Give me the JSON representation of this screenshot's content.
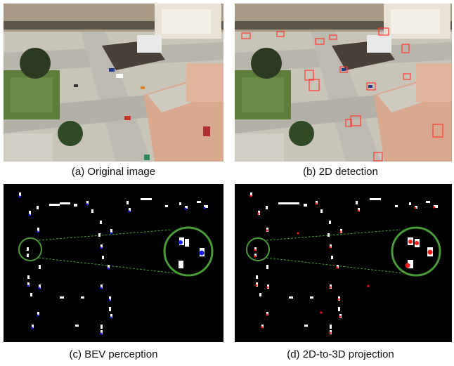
{
  "captions": {
    "a": "(a) Original image",
    "b": "(b) 2D detection",
    "c": "(c) BEV perception",
    "d": "(d) 2D-to-3D projection"
  },
  "colors": {
    "bev_background": "#000000",
    "vehicle_box": "#ffffff",
    "bev_marker": "#1a1aff",
    "projection_marker": "#ff1a1a",
    "zoom_circle": "#4a9a3a",
    "zoom_line": "#4a9a3a",
    "detection_box": "#ff3b30"
  }
}
